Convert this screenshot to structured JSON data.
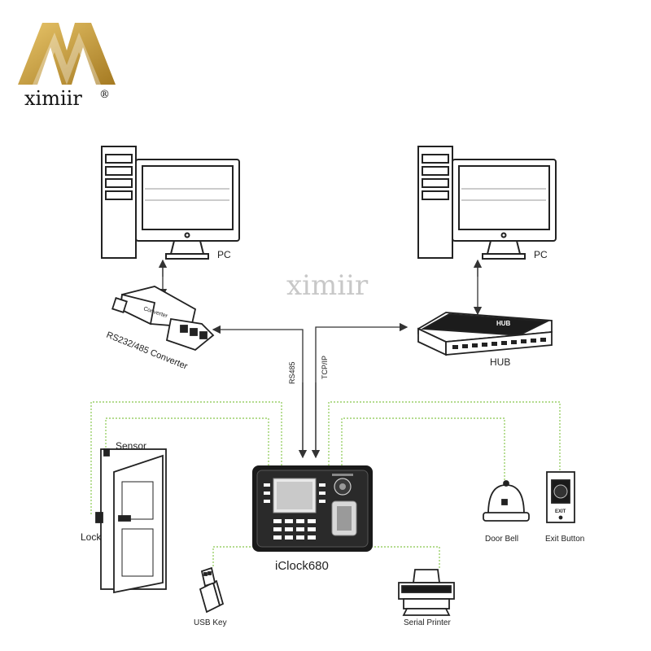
{
  "brand": {
    "name": "ximiir",
    "registered_mark": "®",
    "watermark": "ximiir",
    "logo_color": "#c9a03c"
  },
  "nodes": {
    "pc_left": "PC",
    "pc_right": "PC",
    "converter": "RS232/485 Converter",
    "converter_body_text": "Converter",
    "hub": "HUB",
    "hub_body_text": "HUB",
    "sensor": "Sensor",
    "lock": "Lock",
    "device": "iClock680",
    "door_bell": "Door Bell",
    "exit_button": "Exit Button",
    "exit_button_text": "EXIT",
    "usb_key": "USB Key",
    "serial_printer": "Serial Printer"
  },
  "links": {
    "rs485": "RS485",
    "tcpip": "TCP/IP"
  },
  "colors": {
    "line": "#333333",
    "dotted_wire": "#9bcf6a",
    "device_dark": "#1a1a1a",
    "watermark": "#c8c8c8"
  }
}
